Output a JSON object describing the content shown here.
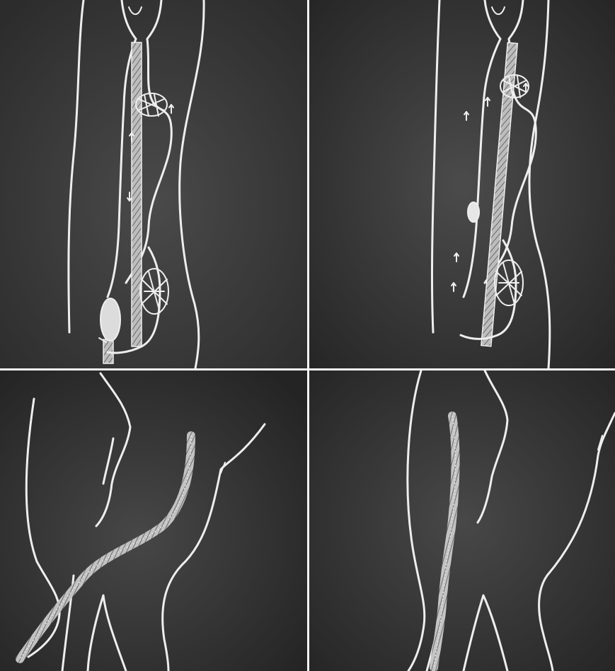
{
  "figure": {
    "layout": "2x2 grid",
    "background_color": "#3a3a3a",
    "line_color": "#eeeeee",
    "gutter_color": "#f4f4f4",
    "panels": [
      {
        "id": "top-left",
        "content": "vein-outline-with-catheter-and-varicose-tufts"
      },
      {
        "id": "top-right",
        "content": "vein-outline-with-catheter-and-varicose-tufts"
      },
      {
        "id": "bottom-left",
        "content": "vein-bifurcation-with-striped-catheter"
      },
      {
        "id": "bottom-right",
        "content": "vein-bifurcation-with-striped-catheter"
      }
    ]
  }
}
